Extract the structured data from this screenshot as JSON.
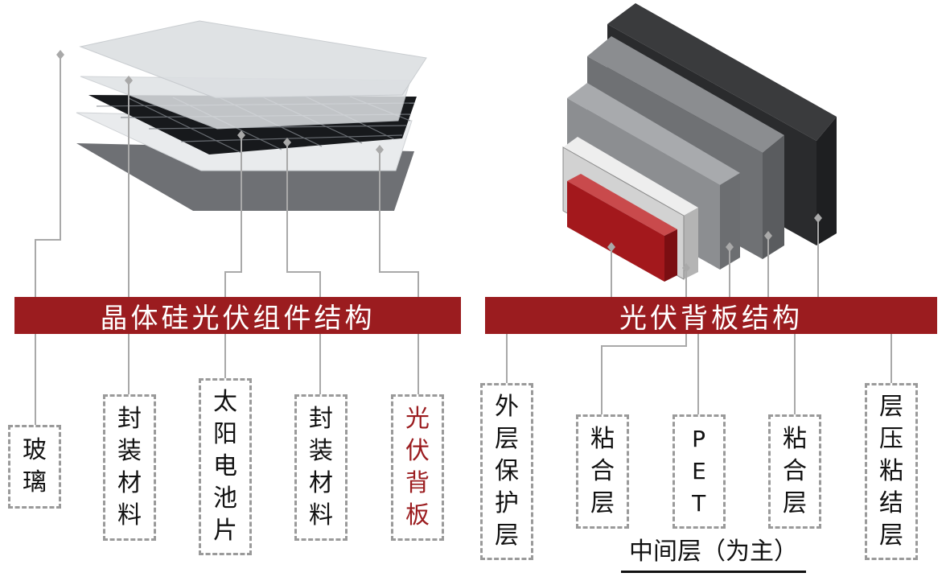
{
  "left": {
    "banner": "晶体硅光伏组件结构",
    "labels": [
      "玻璃",
      "封装材料",
      "太阳电池片",
      "封装材料",
      "光伏背板"
    ]
  },
  "right": {
    "banner": "光伏背板结构",
    "labels": [
      "外层保护层",
      "粘合层",
      "PET",
      "粘合层",
      "层压粘结层"
    ],
    "caption": "中间层（为主）"
  },
  "colors": {
    "brand_red": "#9b1c1f",
    "dashed_border": "#9a9a9a"
  }
}
